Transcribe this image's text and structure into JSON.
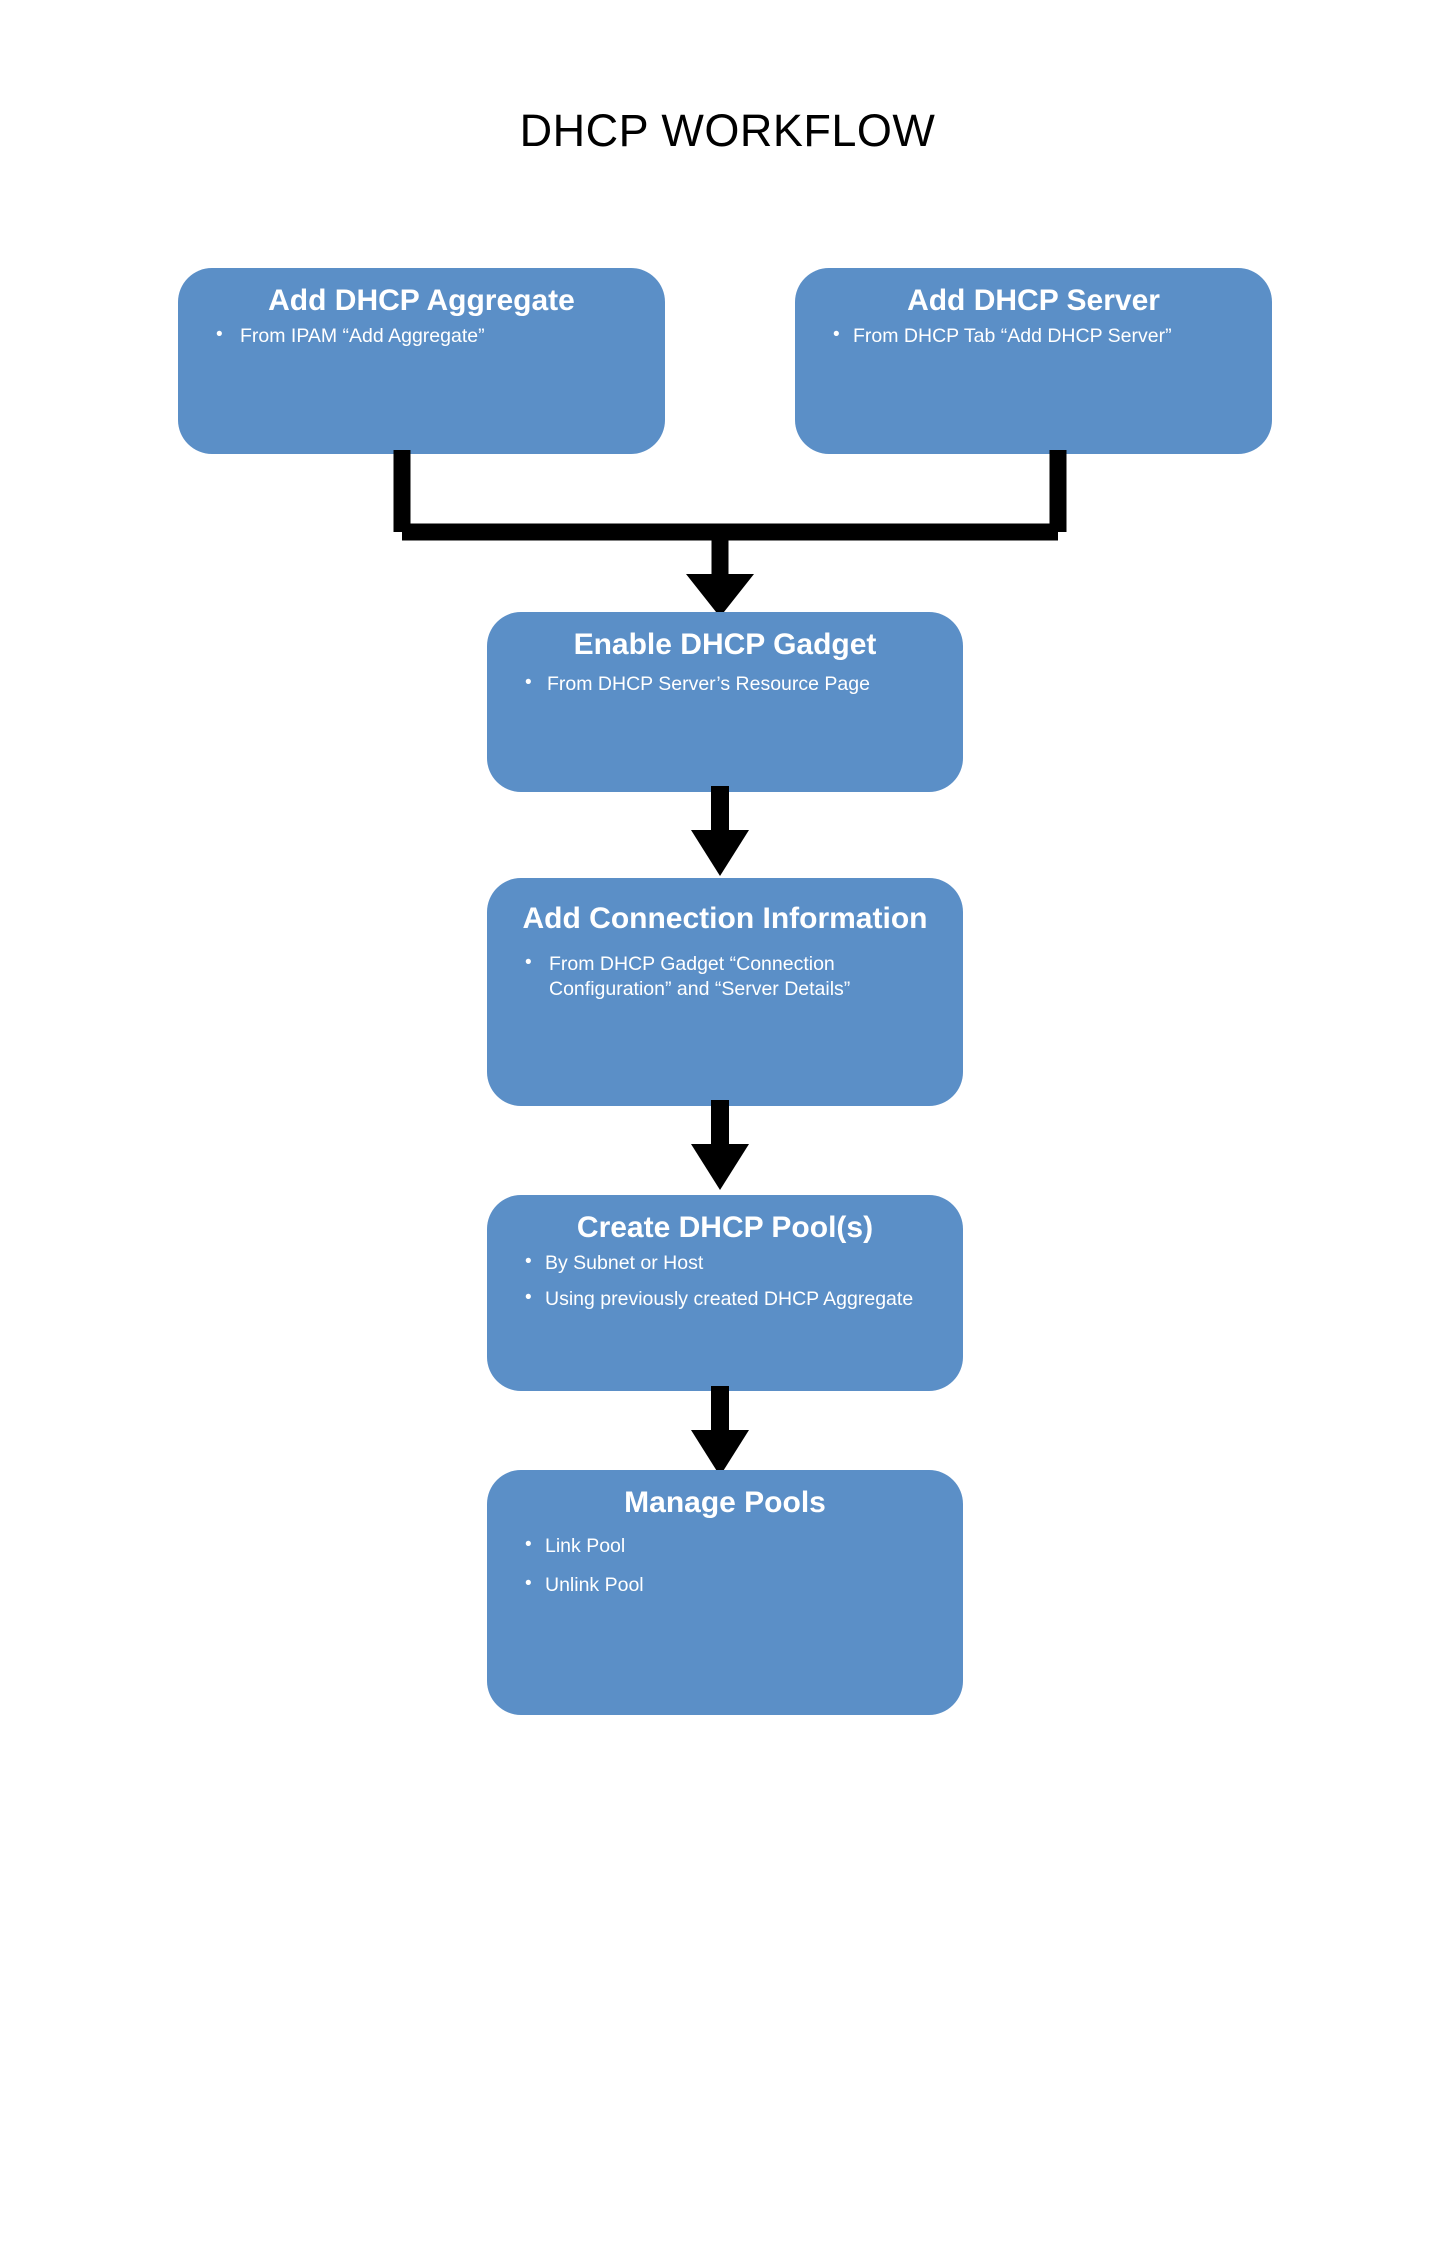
{
  "title": "DHCP WORKFLOW",
  "accent_color": "#5B8FC7",
  "text_color": "#FFFFFF",
  "connector_color": "#000000",
  "nodes": [
    {
      "id": "add-aggregate",
      "title": "Add DHCP Aggregate",
      "bullets": [
        "From  IPAM “Add Aggregate”"
      ]
    },
    {
      "id": "add-server",
      "title": "Add DHCP Server",
      "bullets": [
        "From  DHCP Tab “Add DHCP Server”"
      ]
    },
    {
      "id": "enable-gadget",
      "title": "Enable DHCP Gadget",
      "bullets": [
        "From  DHCP Server’s Resource Page"
      ]
    },
    {
      "id": "add-connection",
      "title": "Add Connection Information",
      "bullets": [
        "From  DHCP Gadget “Connection Configuration” and “Server Details”"
      ]
    },
    {
      "id": "create-pools",
      "title": "Create DHCP Pool(s)",
      "bullets": [
        "By Subnet or Host",
        "Using previously created DHCP Aggregate"
      ]
    },
    {
      "id": "manage-pools",
      "title": "Manage Pools",
      "bullets": [
        "Link Pool",
        "Unlink Pool"
      ]
    }
  ],
  "connectors": [
    {
      "id": "bracket-merge",
      "from": [
        "add-aggregate",
        "add-server"
      ],
      "to": "enable-gadget",
      "shape": "bracket-arrow-down"
    },
    {
      "id": "gadget-to-connection",
      "from": "enable-gadget",
      "to": "add-connection",
      "shape": "arrow-down"
    },
    {
      "id": "connection-to-pools",
      "from": "add-connection",
      "to": "create-pools",
      "shape": "arrow-down"
    },
    {
      "id": "pools-to-manage",
      "from": "create-pools",
      "to": "manage-pools",
      "shape": "arrow-down"
    }
  ]
}
